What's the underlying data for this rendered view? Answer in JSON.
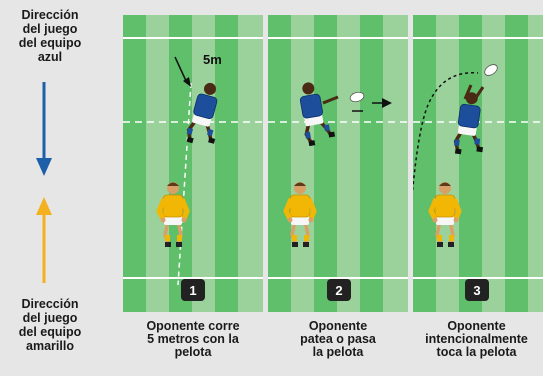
{
  "direction_blue_label": "Dirección\ndel juego\ndel equipo\nazul",
  "direction_yellow_label": "Dirección\ndel juego\ndel equipo\namarillo",
  "distance_label": "5m",
  "panels": [
    {
      "number": "1",
      "caption": "Oponente corre\n5 metros con la\npelota"
    },
    {
      "number": "2",
      "caption": "Oponente\npatea o pasa\nla pelota"
    },
    {
      "number": "3",
      "caption": "Oponente\nintencionalmente\ntoca la pelota"
    }
  ],
  "colors": {
    "field_light": "#9bd29b",
    "field_dark": "#5fbf6a",
    "blue_team": "#1c4e9c",
    "yellow_team": "#f2b705",
    "blue_arrow": "#1d5fa8",
    "yellow_arrow": "#f5b01f",
    "badge": "#222222"
  }
}
